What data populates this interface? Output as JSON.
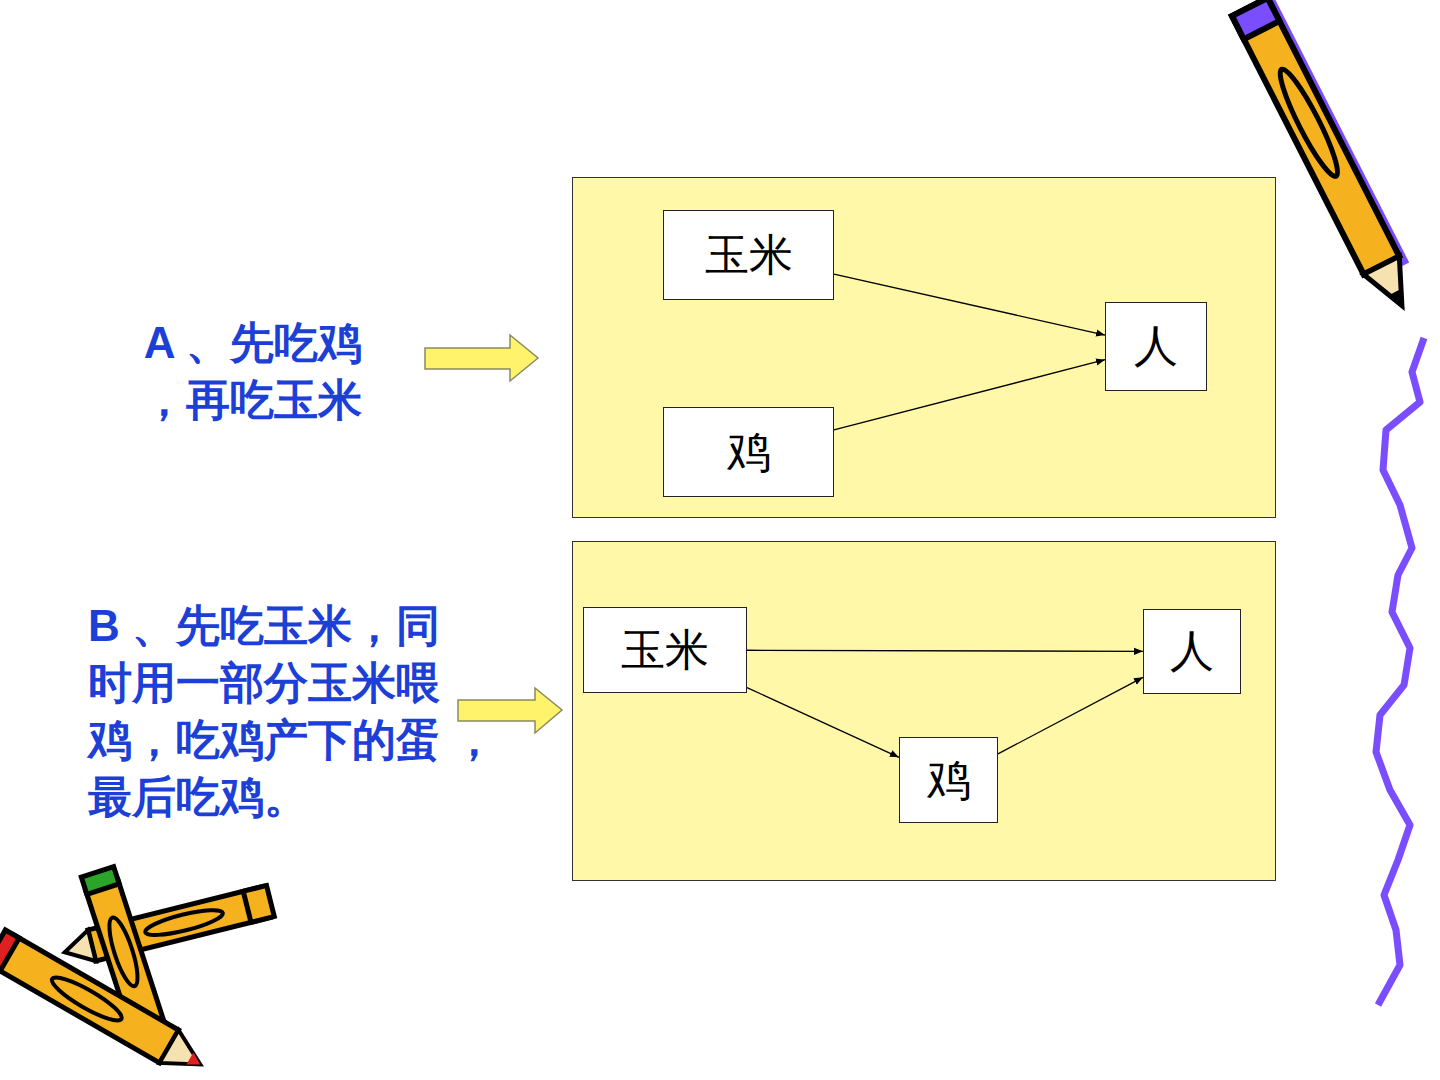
{
  "diagram": {
    "nodes": [
      {
        "text": [
          "玉米"
        ]
      },
      {
        "text": [
          "人"
        ]
      },
      {
        "text": [
          "鸡"
        ]
      },
      {
        "text": [
          "玉米"
        ]
      },
      {
        "text": [
          "人"
        ]
      },
      {
        "text": [
          "鸡"
        ]
      }
    ],
    "edges": [
      {
        "from": 0,
        "to": 1,
        "arrow": "to"
      },
      {
        "from": 2,
        "to": 1,
        "arrow": "to"
      },
      {
        "from": 3,
        "to": 4,
        "arrow": "to"
      },
      {
        "from": 3,
        "to": 5,
        "arrow": "to"
      },
      {
        "from": 5,
        "to": 4,
        "arrow": "to"
      }
    ],
    "labels": [
      "A 、先吃鸡 ，再吃玉米",
      "B 、先吃玉米，同 时用一部分玉米喂 鸡，吃鸡产下的蛋 ，最后吃鸡。"
    ]
  }
}
